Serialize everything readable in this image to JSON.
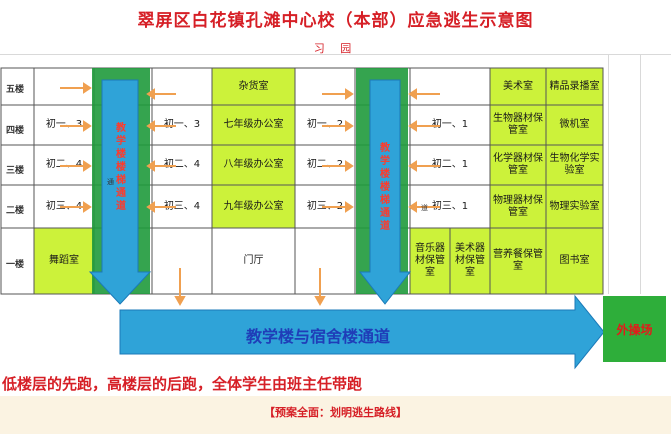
{
  "title": "翠屏区白花镇孔滩中心校（本部）应急逃生示意图",
  "top_label": "习 园",
  "floors": [
    "五楼",
    "四楼",
    "三楼",
    "二楼",
    "一楼"
  ],
  "rooms": {
    "f5_c3": "杂货室",
    "f5_c7": "美术室",
    "f5_c8": "精品录播室",
    "f4_c1": "初一、3",
    "f4_c2": "初一、3",
    "f4_c3": "七年级办公室",
    "f4_c4": "初一、2",
    "f4_c6": "初一、1",
    "f4_c7": "生物器材保管室",
    "f4_c8": "微机室",
    "f3_c1": "初二、4",
    "f3_c2": "初二、4",
    "f3_c3": "八年级办公室",
    "f3_c4": "初二、2",
    "f3_c6": "初二、1",
    "f3_c7": "化学器材保管室",
    "f3_c8": "生物化学实验室",
    "f2_c1": "初三、4",
    "f2_c2": "初三、4",
    "f2_c3": "九年级办公室",
    "f2_c4": "初三、2",
    "f2_c6": "初三、1",
    "f2_c7": "物理器材保管室",
    "f2_c8": "物理实验室",
    "f1_c1": "舞蹈室",
    "f1_c3": "门厅",
    "f1_c5a": "音乐器材保管室",
    "f1_c5b": "美术器材保管室",
    "f1_c7": "营养餐保管室",
    "f1_c8": "图书室"
  },
  "stair_left_text": "教学楼楼梯通道",
  "stair_right_text": "教学楼楼梯通道",
  "corridor_text": "教学楼与宿舍楼通道",
  "outside_text": "外操场",
  "small_tags": [
    "通",
    "道"
  ],
  "bottom_note": "低楼层的先跑，高楼层的后跑，全体学生由班主任带跑",
  "footer": "【预案全面：划明逃生路线】",
  "colors": {
    "title": "#d61f26",
    "room_green": "#ccf23a",
    "stair_green": "#1f9a3c",
    "arrow_blue": "#2fa3d8",
    "arrow_orange": "#f0a050",
    "outside": "#2eae3a"
  }
}
